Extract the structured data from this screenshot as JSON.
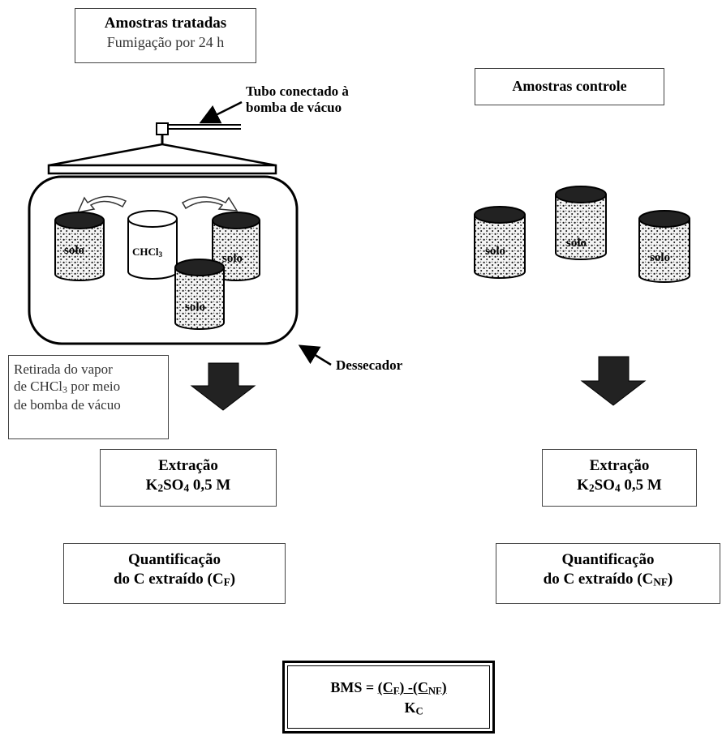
{
  "treated": {
    "title": "Amostras tratadas",
    "subtitle": "Fumigação por 24 h",
    "tube_label_l1": "Tubo conectado à",
    "tube_label_l2": "bomba de vácuo",
    "desiccator_label": "Dessecador",
    "chemical_label": "CHCl",
    "chemical_sub": "3",
    "soil_label": "solo",
    "vapor_l1": "Retirada do  vapor",
    "vapor_l2_a": "de CHCl",
    "vapor_l2_sub": "3",
    "vapor_l2_b": " por meio",
    "vapor_l3": "de bomba de vácuo",
    "extraction_title": "Extração",
    "extraction_k": "K",
    "extraction_k_sub": "2",
    "extraction_so": "SO",
    "extraction_so_sub": "4",
    "extraction_conc": " 0,5 M",
    "quant_l1": "Quantificação",
    "quant_l2_a": "do C extraído (C",
    "quant_l2_sub": "F",
    "quant_l2_b": ")"
  },
  "control": {
    "title": "Amostras controle",
    "soil_label": "solo",
    "extraction_title": "Extração",
    "extraction_k": "K",
    "extraction_k_sub": "2",
    "extraction_so": "SO",
    "extraction_so_sub": "4",
    "extraction_conc": " 0,5 M",
    "quant_l1": "Quantificação",
    "quant_l2_a": "do C extraído (C",
    "quant_l2_sub": "NF",
    "quant_l2_b": ")"
  },
  "formula": {
    "lhs": "BMS = ",
    "num_a": "(C",
    "num_a_sub": "F",
    "num_mid": ") -(C",
    "num_b_sub": "NF",
    "num_end": ")",
    "den": "K",
    "den_sub": "C"
  }
}
